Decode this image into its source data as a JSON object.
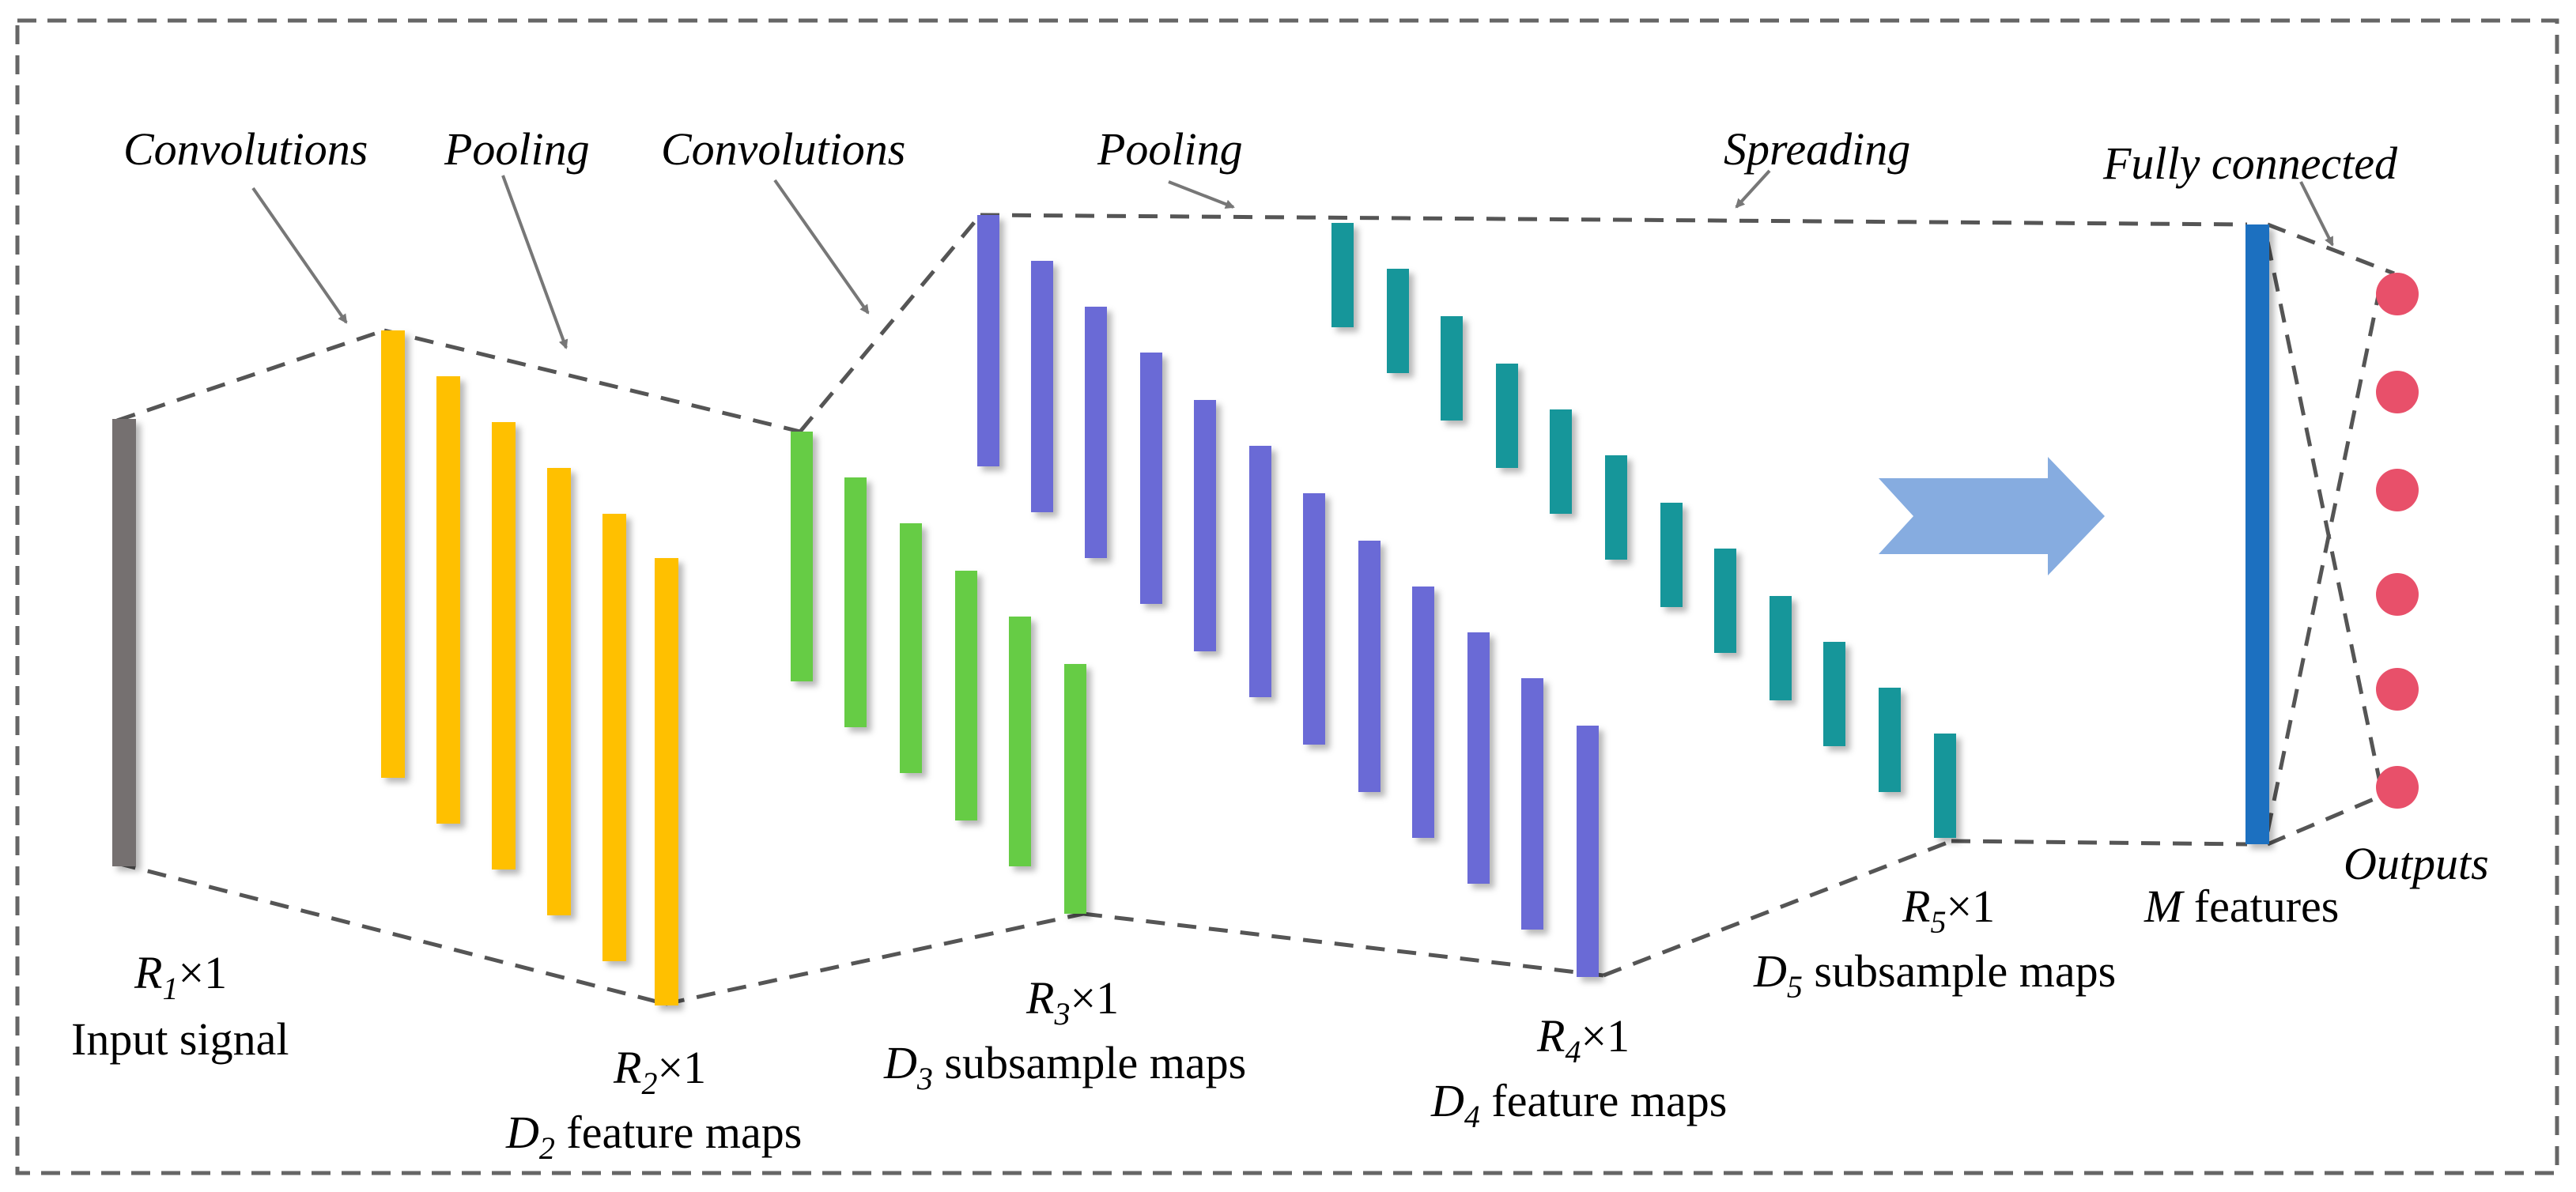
{
  "diagram": {
    "stage_labels": {
      "convolutions_1": "Convolutions",
      "pooling_1": "Pooling",
      "convolutions_2": "Convolutions",
      "pooling_2": "Pooling",
      "spreading": "Spreading",
      "fully_connected": "Fully connected"
    },
    "layers": {
      "input": {
        "dim_symbol": "R",
        "dim_sub": "1",
        "dim_suffix": "×1",
        "name": "Input signal"
      },
      "conv1": {
        "dim_symbol": "R",
        "dim_sub": "2",
        "dim_suffix": "×1",
        "maps_symbol": "D",
        "maps_sub": "2",
        "maps_text": " feature maps"
      },
      "pool1": {
        "dim_symbol": "R",
        "dim_sub": "3",
        "dim_suffix": "×1",
        "maps_symbol": "D",
        "maps_sub": "3",
        "maps_text": " subsample maps"
      },
      "conv2": {
        "dim_symbol": "R",
        "dim_sub": "4",
        "dim_suffix": "×1",
        "maps_symbol": "D",
        "maps_sub": "4",
        "maps_text": " feature maps"
      },
      "pool2": {
        "dim_symbol": "R",
        "dim_sub": "5",
        "dim_suffix": "×1",
        "maps_symbol": "D",
        "maps_sub": "5",
        "maps_text": " subsample maps"
      },
      "fc": {
        "symbol": "M",
        "text": " features"
      },
      "outputs": {
        "text": "Outputs"
      }
    },
    "colors": {
      "input": "#757070",
      "conv1": "#ffc000",
      "pool1": "#66cc44",
      "conv2": "#6b6bd6",
      "pool2": "#14969a",
      "fc": "#1f6fc0",
      "output_node": "#e8506a",
      "arrow": "#86ace0",
      "dashed": "#555555",
      "frame": "#666666"
    }
  }
}
